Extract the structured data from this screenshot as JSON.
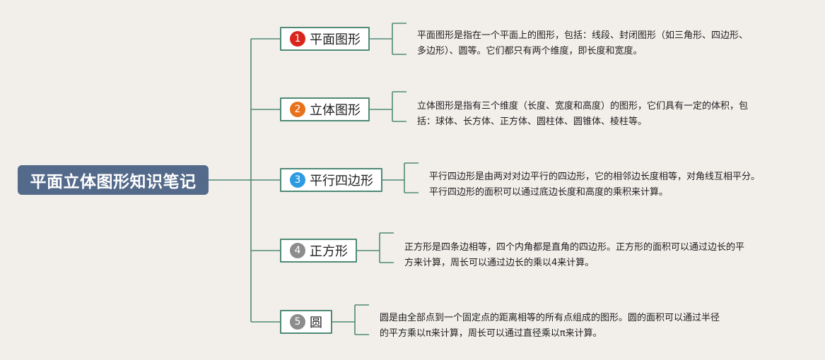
{
  "root": {
    "title": "平面立体图形知识笔记"
  },
  "topics": [
    {
      "number": "1",
      "label": "平面图形",
      "color": "#d9261c",
      "description": "平面图形是指在一个平面上的图形，包括：线段、封闭图形（如三角形、四边形、多边形）、圆等。它们都只有两个维度，即长度和宽度。"
    },
    {
      "number": "2",
      "label": "立体图形",
      "color": "#e8721c",
      "description": "立体图形是指有三个维度（长度、宽度和高度）的图形，它们具有一定的体积，包括：球体、长方体、正方体、圆柱体、圆锥体、棱柱等。"
    },
    {
      "number": "3",
      "label": "平行四边形",
      "color": "#2d9be0",
      "description": "平行四边形是由两对对边平行的四边形，它的相邻边长度相等，对角线互相平分。平行四边形的面积可以通过底边长度和高度的乘积来计算。"
    },
    {
      "number": "4",
      "label": "正方形",
      "color": "#8c8c8c",
      "description": "正方形是四条边相等，四个内角都是直角的四边形。正方形的面积可以通过边长的平方来计算，周长可以通过边长的乘以4来计算。"
    },
    {
      "number": "5",
      "label": "圆",
      "color": "#8c8c8c",
      "description": "圆是由全部点到一个固定点的距离相等的所有点组成的图形。圆的面积可以通过半径的平方乘以π来计算，周长可以通过直径乘以π来计算。"
    }
  ],
  "colors": {
    "connector": "#4f8a76",
    "root_bg": "#546a8a",
    "background": "#f2efeb"
  }
}
